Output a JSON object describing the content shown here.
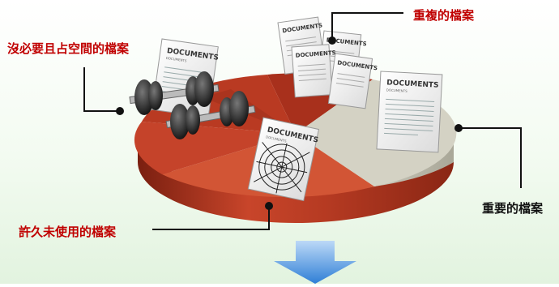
{
  "labels": {
    "duplicate": "重複的檔案",
    "unnecessary": "沒必要且占空間的檔案",
    "unused": "許久未使用的檔案",
    "important": "重要的檔案"
  },
  "doc_text": {
    "main": "DOCUMENTS",
    "sub": "DOCUMENTS"
  },
  "colors": {
    "label_red": "#c00000",
    "label_black": "#111111",
    "pie_red": "#c8452a",
    "pie_red_dark": "#a8301c",
    "pie_grey": "#d4d2c4",
    "arrow_blue": "#4a8fdc"
  },
  "icons": [
    "dumbbell-icon",
    "spider-web-icon",
    "document-icon",
    "arrow-down-icon"
  ]
}
